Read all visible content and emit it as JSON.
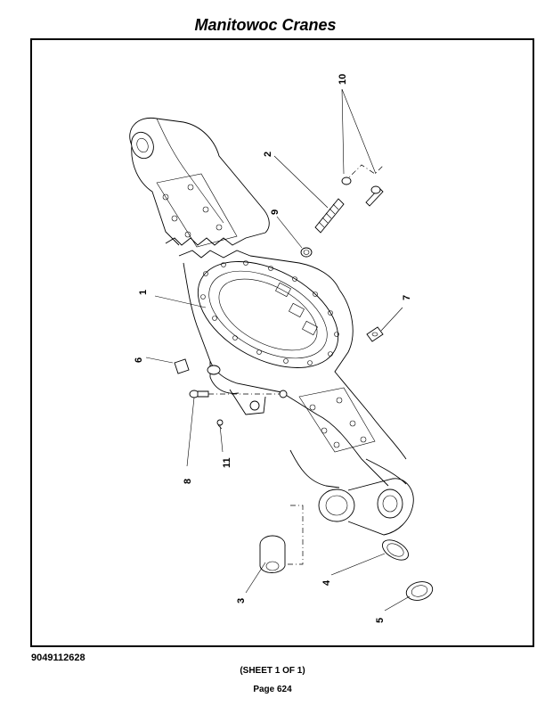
{
  "header": {
    "title": "Manitowoc Cranes"
  },
  "figure": {
    "callouts": {
      "c1": "1",
      "c2": "2",
      "c3": "3",
      "c4": "4",
      "c5": "5",
      "c6": "6",
      "c7": "7",
      "c8": "8",
      "c9": "9",
      "c10": "10",
      "c11": "11"
    }
  },
  "footer": {
    "doc_number": "9049112628",
    "sheet": "(SHEET 1 OF 1)",
    "page": "Page 624"
  }
}
